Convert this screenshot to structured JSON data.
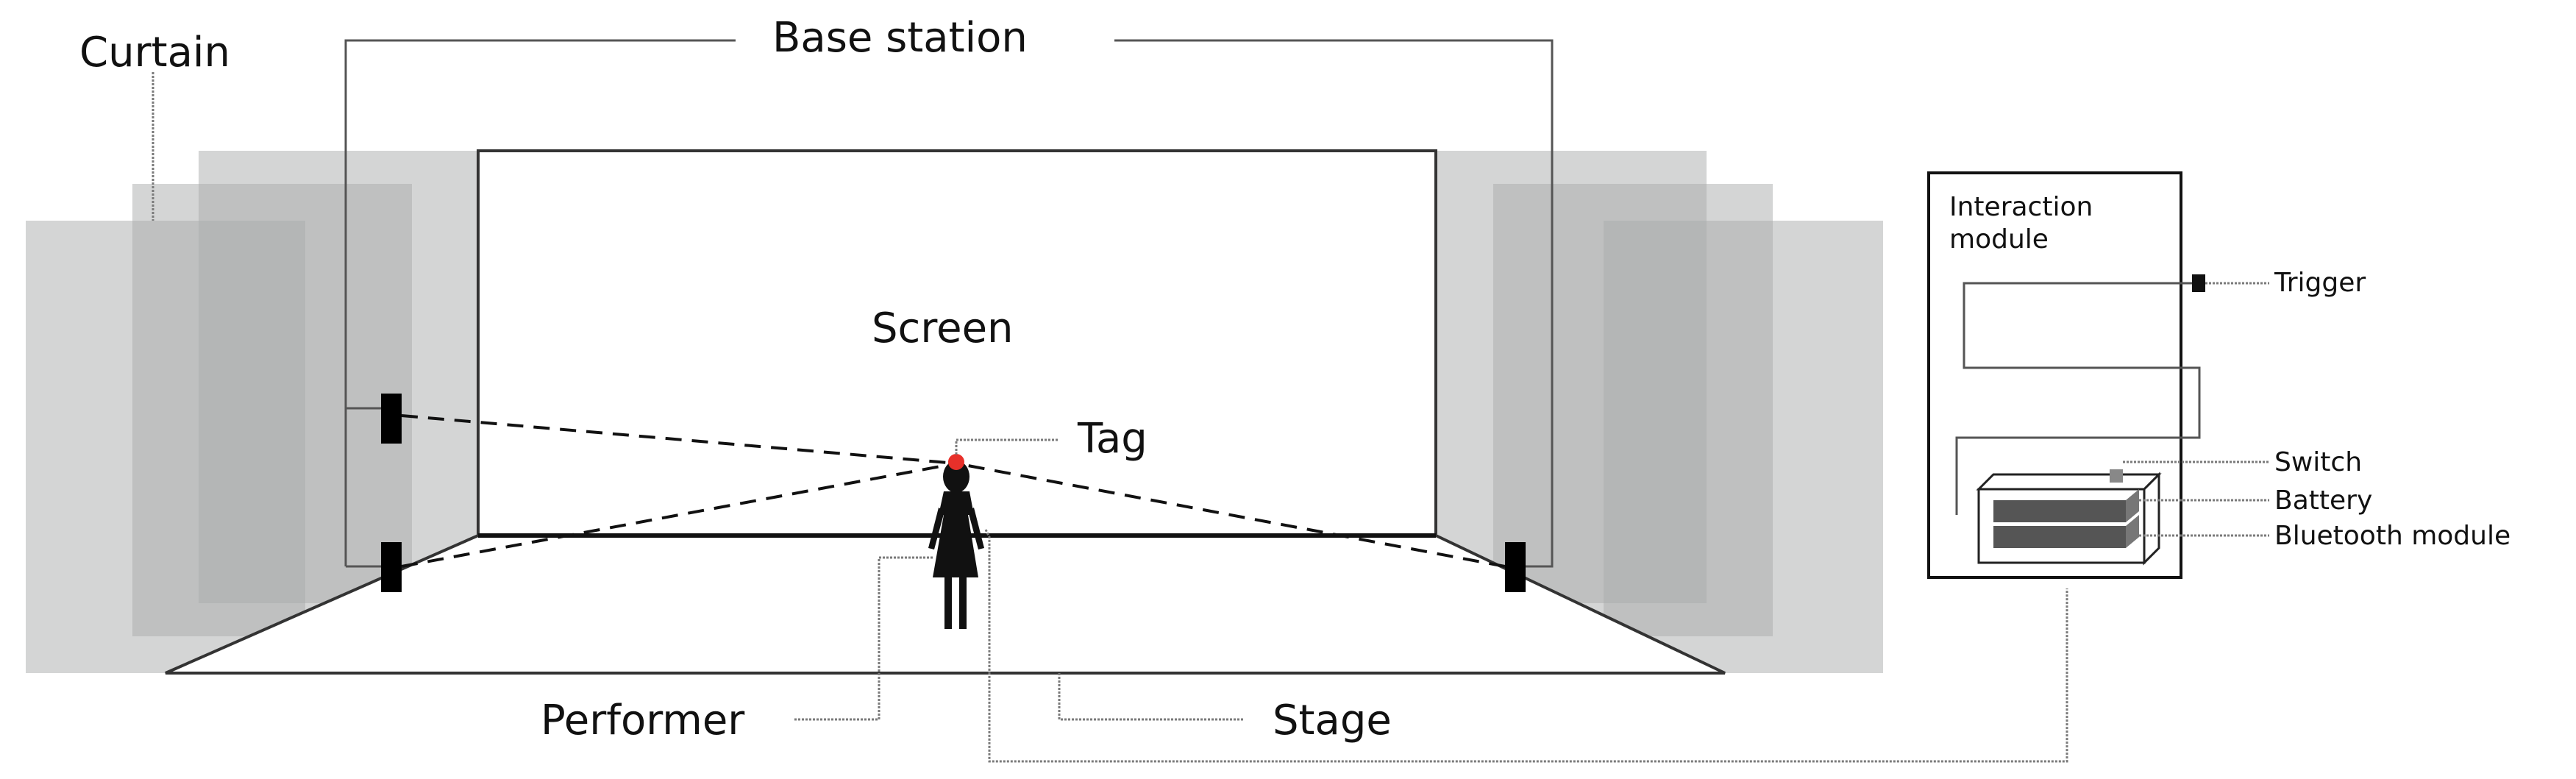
{
  "labels": {
    "curtain": "Curtain",
    "base_station": "Base station",
    "screen": "Screen",
    "tag": "Tag",
    "performer": "Performer",
    "stage": "Stage",
    "interaction_module": [
      "Interaction",
      "module"
    ],
    "trigger": "Trigger",
    "switch": "Switch",
    "battery": "Battery",
    "bluetooth_module": "Bluetooth module"
  },
  "colors": {
    "curtain_fill": "#a9abab",
    "tag": "#e8302a",
    "base_station": "#000000",
    "line": "#333333"
  }
}
